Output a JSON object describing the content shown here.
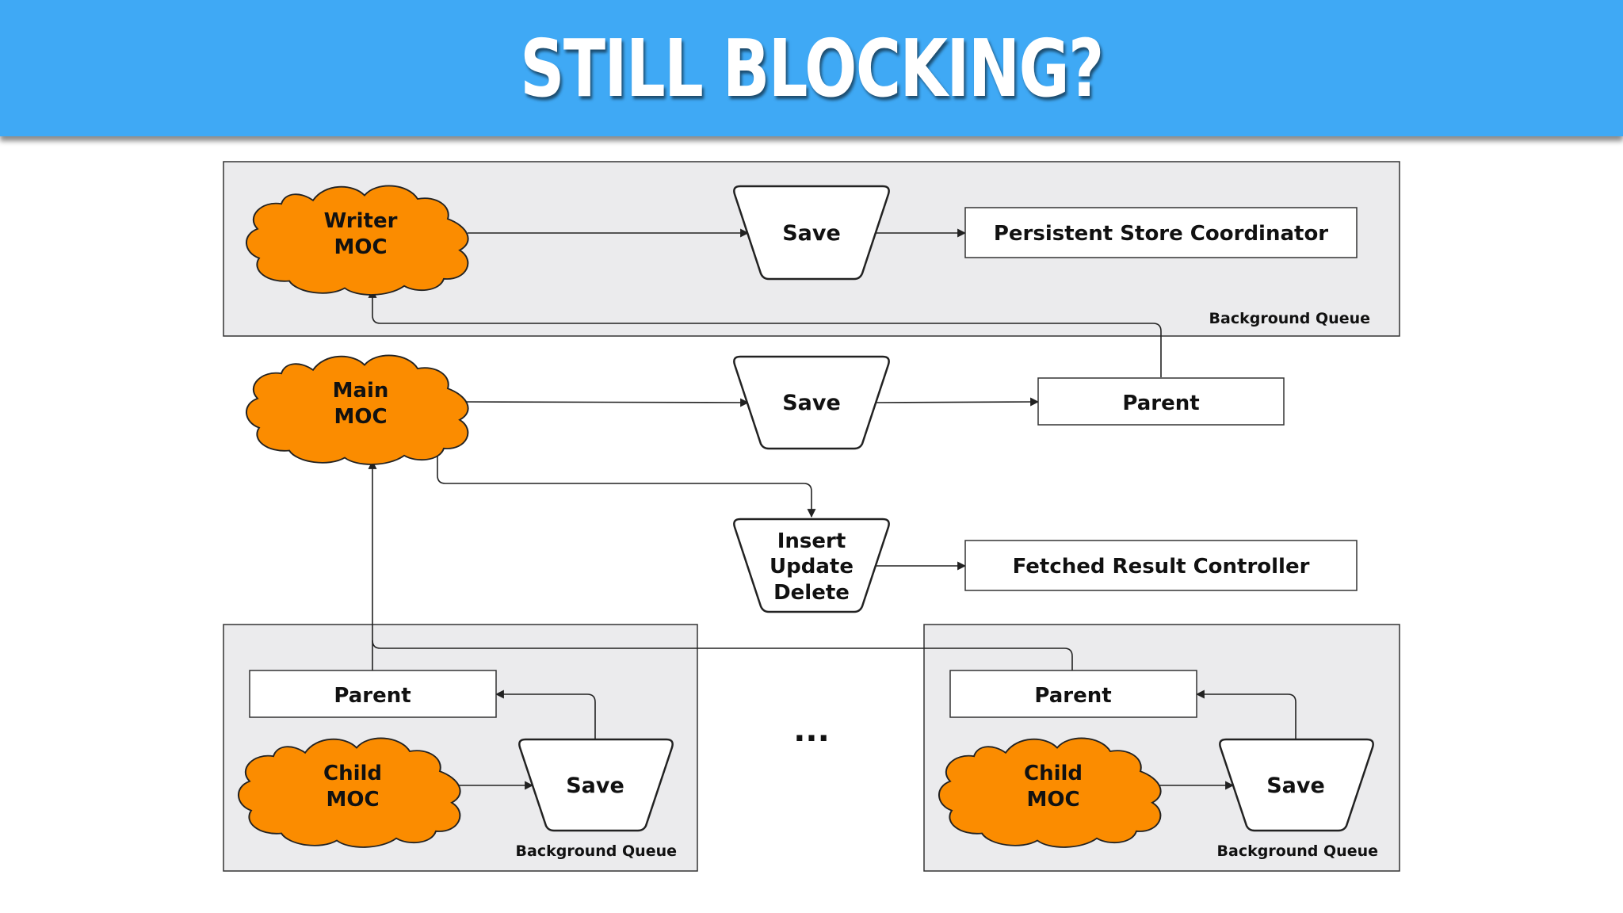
{
  "header": {
    "title": "STILL BLOCKING?"
  },
  "colors": {
    "banner": "#3fa9f5",
    "cloud_fill": "#fb8c00",
    "queue_box": "#ebebed",
    "stroke": "#222222"
  },
  "diagram": {
    "writer_moc": {
      "line1": "Writer",
      "line2": "MOC"
    },
    "main_moc": {
      "line1": "Main",
      "line2": "MOC"
    },
    "child_moc_left": {
      "line1": "Child",
      "line2": "MOC"
    },
    "child_moc_right": {
      "line1": "Child",
      "line2": "MOC"
    },
    "save_top": "Save",
    "save_main": "Save",
    "save_child_left": "Save",
    "save_child_right": "Save",
    "persistent_store": "Persistent Store Coordinator",
    "parent_main": "Parent",
    "parent_child_left": "Parent",
    "parent_child_right": "Parent",
    "iud": {
      "line1": "Insert",
      "line2": "Update",
      "line3": "Delete"
    },
    "fetched_result": "Fetched Result Controller",
    "bg_queue_top": "Background Queue",
    "bg_queue_left": "Background Queue",
    "bg_queue_right": "Background Queue",
    "ellipsis": "..."
  }
}
